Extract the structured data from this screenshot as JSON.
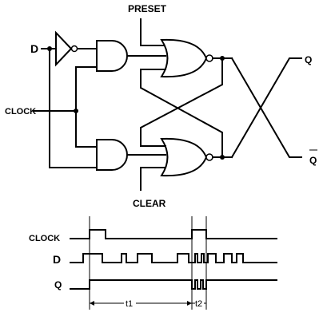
{
  "labels": {
    "preset": "PRESET",
    "clear": "CLEAR",
    "d": "D",
    "clock": "CLOCK",
    "q": "Q",
    "q_bar": "Q"
  },
  "timing": {
    "clock": "CLOCK",
    "d": "D",
    "q": "Q",
    "t1": "t1",
    "t2": "t2"
  }
}
